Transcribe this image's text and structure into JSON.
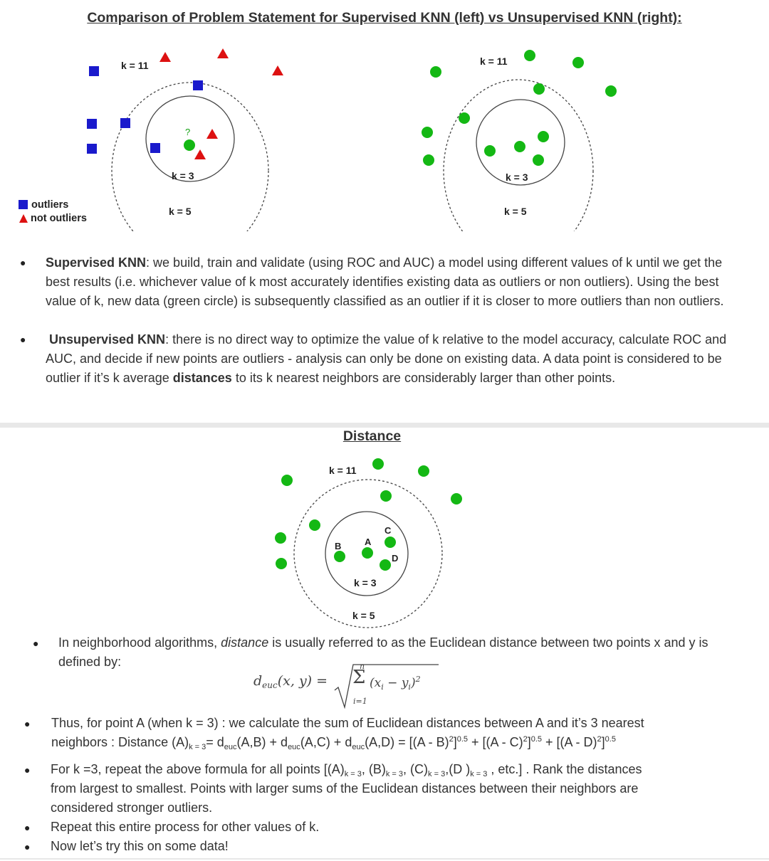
{
  "title": "Comparison of Problem Statement for Supervised KNN (left) vs Unsupervised KNN (right):",
  "diagram_labels": {
    "k11": "k = 11",
    "k5": "k = 5",
    "k3": "k = 3",
    "question": "?"
  },
  "legend": {
    "outliers": "outliers",
    "not_outliers": "not outliers"
  },
  "colors": {
    "outlier": "#1a1acc",
    "not_outlier": "#dd1111",
    "point": "#14b814"
  },
  "bullets_top": [
    {
      "bold": "Supervised KNN",
      "text": ": we build, train and validate (using ROC and AUC) a model using different values of k until we get the best results (i.e. whichever value of k most accurately identifies existing data as outliers or non outliers). Using the best value of k, new data (green circle) is subsequently classified as an outlier if it is closer to more outliers than non outliers."
    },
    {
      "bold": "Unsupervised KNN",
      "text1": ": there is no direct way to optimize the value of k relative to the model accuracy, calculate ROC and AUC, and decide if new points are outliers - analysis can only be done on existing data. A data point is considered to be outlier if it’s k average ",
      "bold2": "distances",
      "text2": " to its k nearest neighbors are considerably larger than other points."
    }
  ],
  "distance_title": "Distance",
  "distance_diagram": {
    "A": "A",
    "B": "B",
    "C": "C",
    "D": "D"
  },
  "distance_bullet": {
    "pre": "In neighborhood algorithms, ",
    "italic": "distance",
    "post": " is usually referred to as the Euclidean distance between two points x and y is defined by:"
  },
  "formula": {
    "lhs": "d",
    "lhs_sub": "euc",
    "args": "(x, y) =",
    "sum_top": "n",
    "sum_bottom": "i=1",
    "body": "(x",
    "xi_sub": "i",
    "minus": " − y",
    "yi_sub": "i",
    "close": ")",
    "power": "2"
  },
  "bullets_bottom": {
    "b1_line1": "Thus, for point A (when k = 3) : we calculate the sum of Euclidean distances between A and it’s 3 nearest",
    "b1_line2_a": "neighbors : Distance (A)",
    "k3": "k = 3",
    "b1_eq": "= d",
    "euc": "euc",
    "b1_ab": "(A,B) + d",
    "b1_ac": "(A,C) + d",
    "b1_ad": "(A,D) = [(A - B)",
    "sq": "2",
    "half": "0.5",
    "b1_rest1": "] ",
    "b1_plus1": " +  [(A - C)",
    "b1_plus2": " +  [(A - D)",
    "b2_line1_a": "For k =3, repeat the above formula for all points [(A)",
    "k3c": "k = 3",
    "comma": ",",
    "b2_B": " (B)",
    "b2_C": " (C)",
    "b2_D": "(D )",
    "b2_end": " , etc.] . Rank the distances",
    "b2_line2": "from largest to smallest. Points with larger sums of the Euclidean distances between their neighbors are",
    "b2_line3": "considered stronger outliers.",
    "b3": "Repeat this entire process for other values of k.",
    "b4": "Now let’s try this on some data!"
  }
}
